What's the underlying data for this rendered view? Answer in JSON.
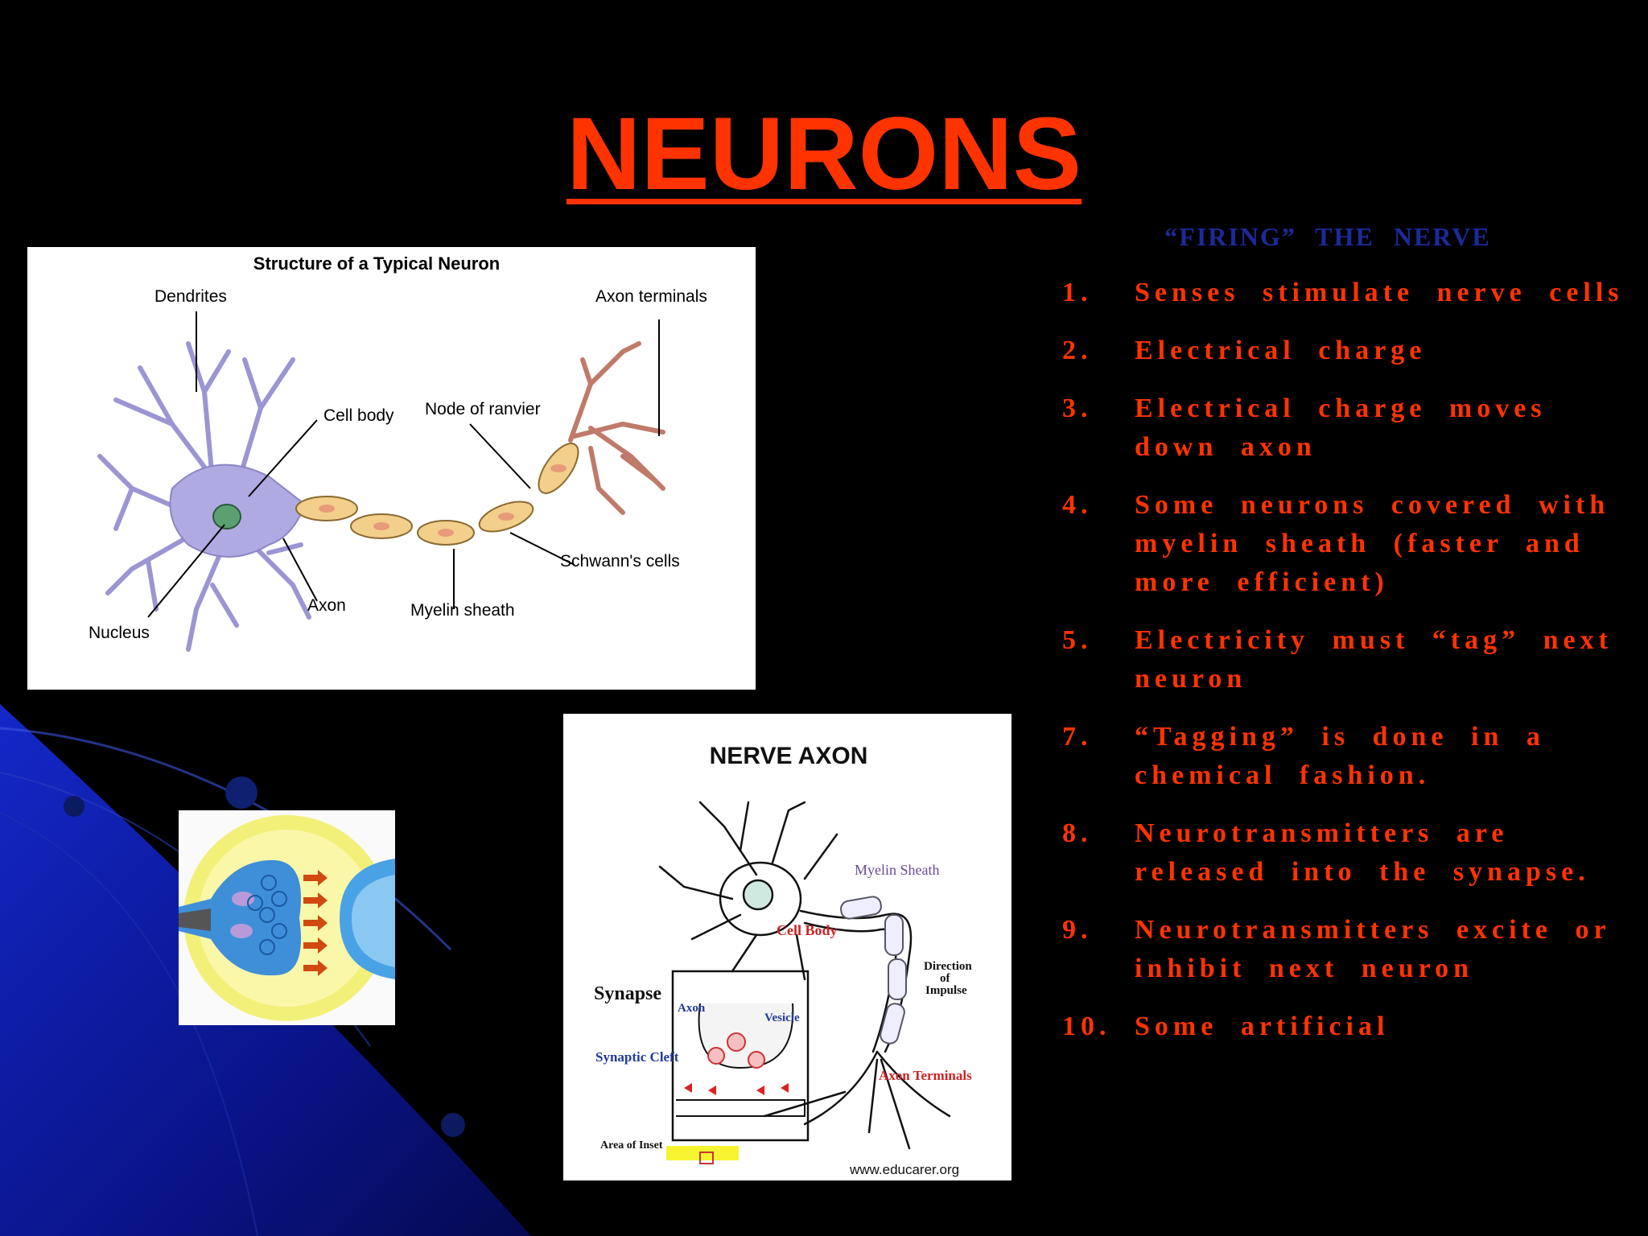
{
  "slide": {
    "title": "NEURONS",
    "colors": {
      "title": "#ff3300",
      "subheading": "#1c2a9a",
      "background": "#000000",
      "swoosh": "#0a1aa6"
    }
  },
  "figure_neuron": {
    "title": "Structure of a Typical Neuron",
    "labels": {
      "dendrites": "Dendrites",
      "axon_terminals": "Axon terminals",
      "cell_body": "Cell body",
      "node_of_ranvier": "Node of ranvier",
      "schwanns_cells": "Schwann's cells",
      "axon": "Axon",
      "myelin_sheath": "Myelin sheath",
      "nucleus": "Nucleus"
    }
  },
  "figure_axon": {
    "title": "NERVE  AXON",
    "labels": {
      "myelin_sheath": "Myelin Sheath",
      "cell_body": "Cell Body",
      "direction": "Direction",
      "of": "of",
      "impulse": "Impulse",
      "synapse": "Synapse",
      "axon": "Axon",
      "vesicle": "Vesicle",
      "synaptic_cleft": "Synaptic Cleft",
      "axon_terminals": "Axon Terminals",
      "area_of_inset": "Area of Inset",
      "source": "www.educarer.org"
    }
  },
  "list": {
    "heading": "“FIRING” THE NERVE",
    "items": [
      {
        "num": "1.",
        "text": "Senses stimulate nerve cells"
      },
      {
        "num": "2.",
        "text": "Electrical charge"
      },
      {
        "num": "3.",
        "text": "Electrical charge moves down axon"
      },
      {
        "num": "4.",
        "text": "Some neurons covered with myelin sheath (faster and more efficient)"
      },
      {
        "num": "5.",
        "text": "Electricity must “tag” next neuron"
      },
      {
        "num": "7.",
        "text": "“Tagging” is done in a chemical fashion."
      },
      {
        "num": "8.",
        "text": "Neurotransmitters are released into the synapse."
      },
      {
        "num": "9.",
        "text": "Neurotransmitters excite or inhibit next neuron"
      },
      {
        "num": "10.",
        "text": "Some artificial"
      }
    ]
  }
}
